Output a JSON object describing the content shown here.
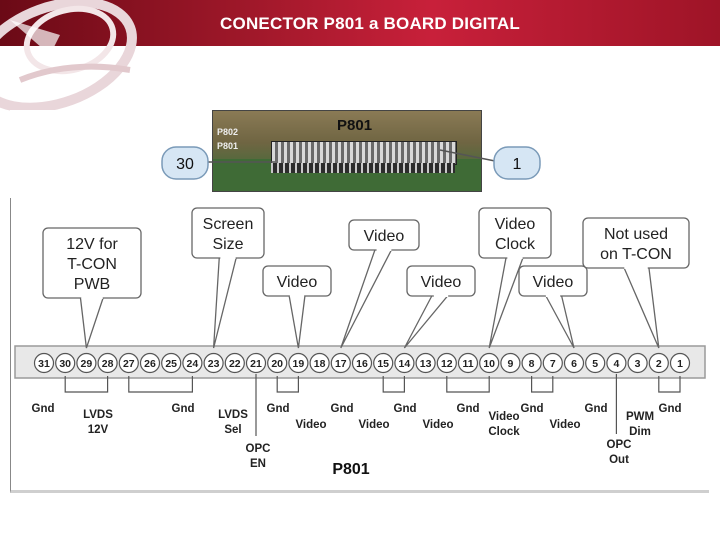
{
  "header": {
    "title": "CONECTOR  P801 a BOARD DIGITAL"
  },
  "photo": {
    "label": "P801",
    "bubble_left": "30",
    "bubble_right": "1",
    "silk_1": "P801",
    "silk_2": "P802"
  },
  "callouts": [
    {
      "lines": [
        "12V for",
        "T-CON",
        "PWB"
      ]
    },
    {
      "lines": [
        "Screen",
        "Size"
      ]
    },
    {
      "lines": [
        "Video"
      ]
    },
    {
      "lines": [
        "Video"
      ]
    },
    {
      "lines": [
        "Video"
      ]
    },
    {
      "lines": [
        "Video",
        "Clock"
      ]
    },
    {
      "lines": [
        "Video"
      ]
    },
    {
      "lines": [
        "Not used",
        "on T-CON"
      ]
    }
  ],
  "pins": [
    "31",
    "30",
    "29",
    "28",
    "27",
    "26",
    "25",
    "24",
    "23",
    "22",
    "21",
    "20",
    "19",
    "18",
    "17",
    "16",
    "15",
    "14",
    "13",
    "12",
    "11",
    "10",
    "9",
    "8",
    "7",
    "6",
    "5",
    "4",
    "3",
    "2",
    "1"
  ],
  "bottom_labels": [
    {
      "lines": [
        "Gnd"
      ]
    },
    {
      "lines": [
        "LVDS",
        "12V"
      ]
    },
    {
      "lines": [
        "Gnd"
      ]
    },
    {
      "lines": [
        "LVDS",
        "Sel"
      ]
    },
    {
      "lines": [
        "OPC",
        "EN"
      ]
    },
    {
      "lines": [
        "Gnd"
      ]
    },
    {
      "lines": [
        "Video"
      ]
    },
    {
      "lines": [
        "Gnd"
      ]
    },
    {
      "lines": [
        "Video"
      ]
    },
    {
      "lines": [
        "Gnd"
      ]
    },
    {
      "lines": [
        "Video"
      ]
    },
    {
      "lines": [
        "Gnd"
      ]
    },
    {
      "lines": [
        "Video",
        "Clock"
      ]
    },
    {
      "lines": [
        "Gnd"
      ]
    },
    {
      "lines": [
        "Video"
      ]
    },
    {
      "lines": [
        "Gnd"
      ]
    },
    {
      "lines": [
        "OPC",
        "Out"
      ]
    },
    {
      "lines": [
        "PWM",
        "Dim"
      ]
    },
    {
      "lines": [
        "Gnd"
      ]
    }
  ],
  "connector_name": "P801"
}
